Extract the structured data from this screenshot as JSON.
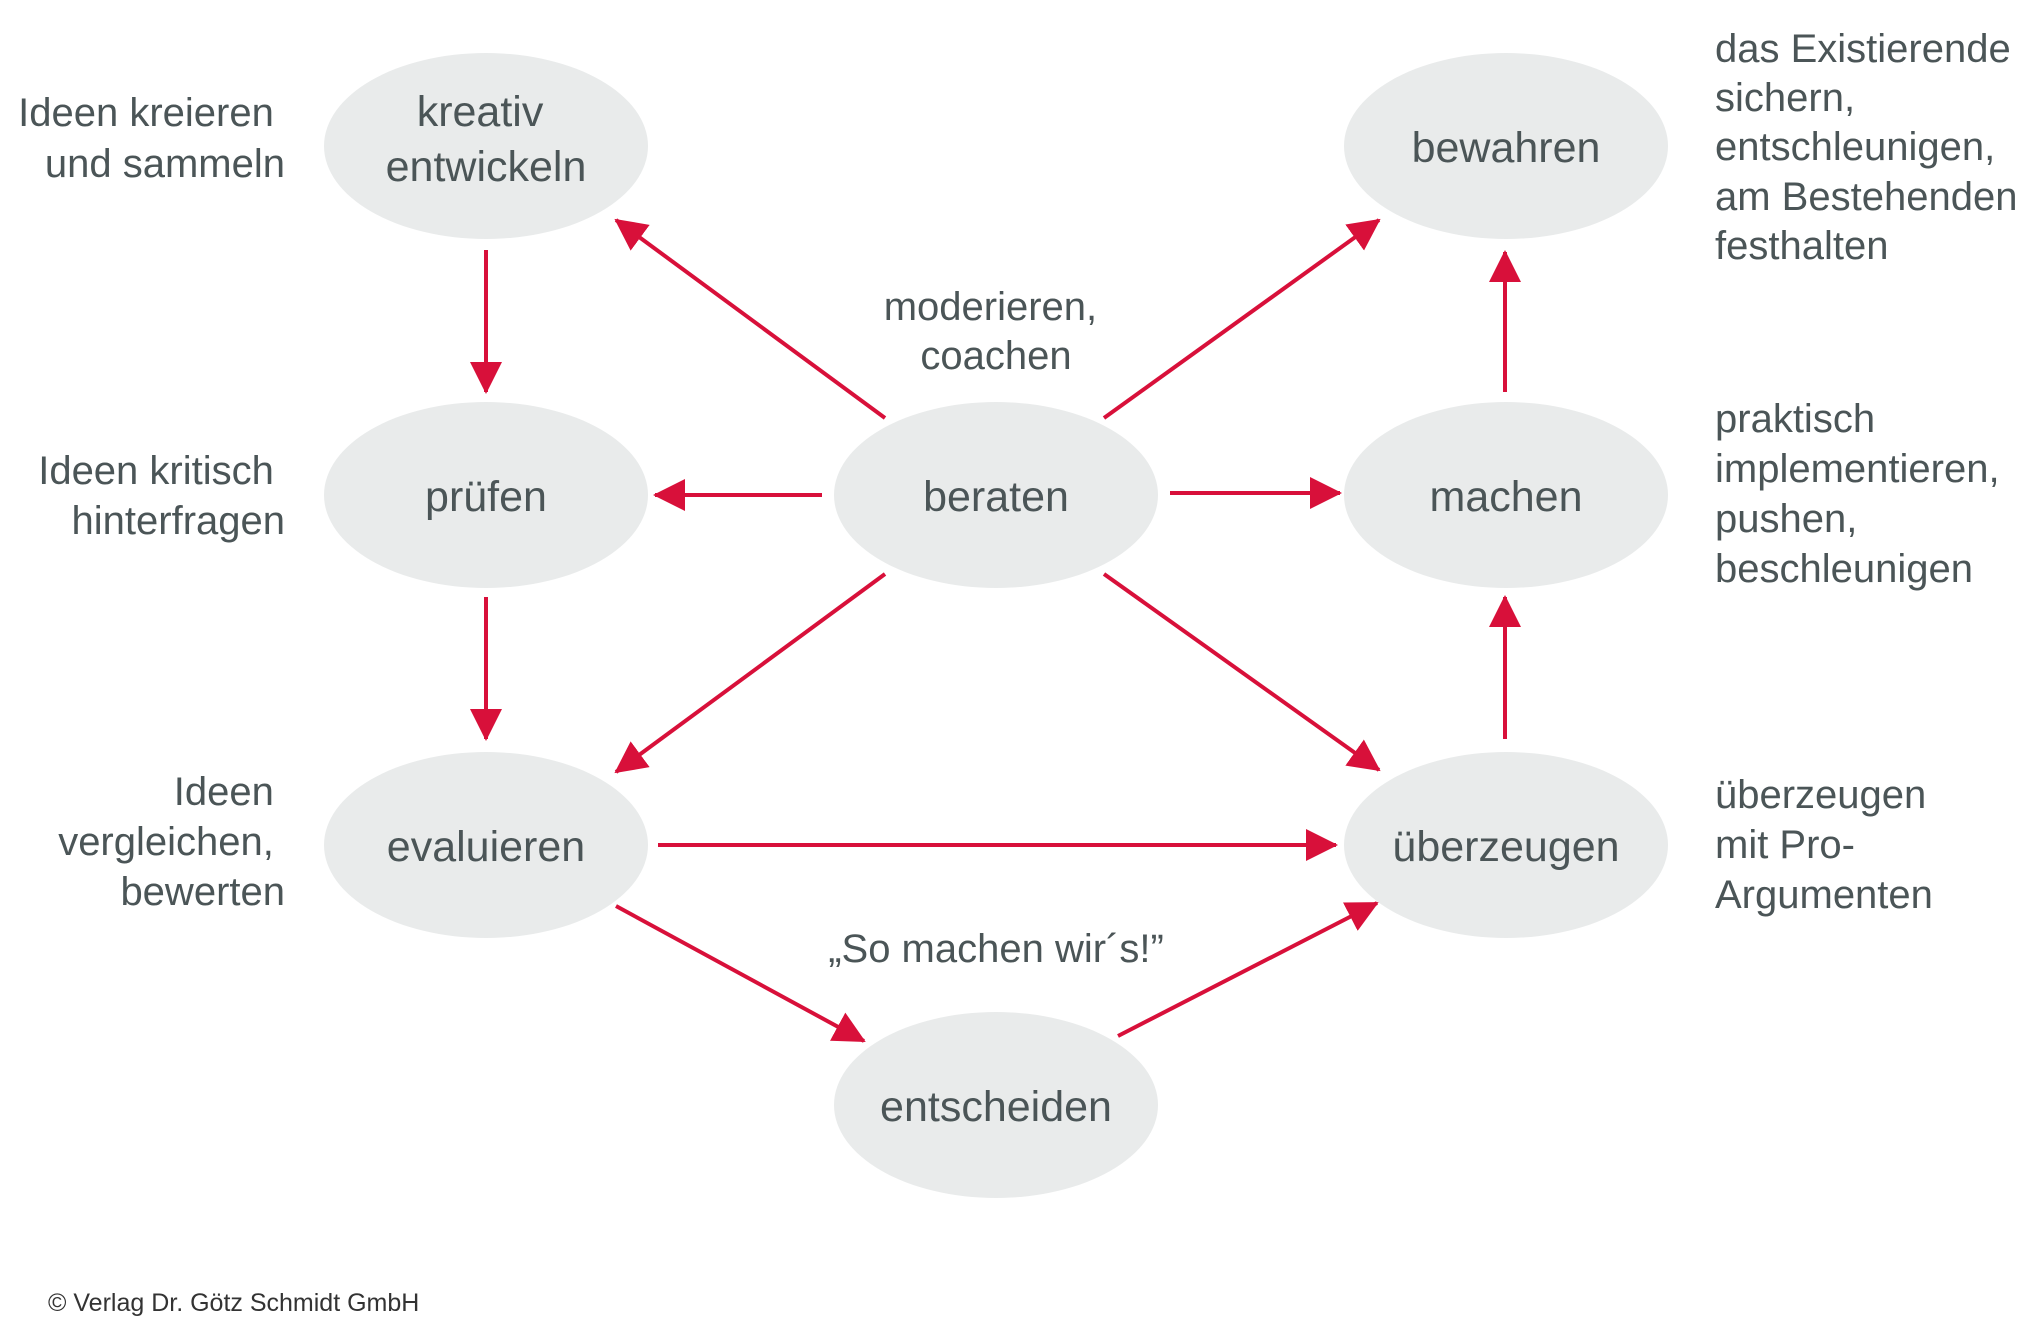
{
  "nodes": {
    "kreativ": [
      "kreativ",
      "entwickeln"
    ],
    "bewahren": [
      "bewahren"
    ],
    "pruefen": [
      "prüfen"
    ],
    "beraten": [
      "beraten"
    ],
    "machen": [
      "machen"
    ],
    "evaluieren": [
      "evaluieren"
    ],
    "ueberzeugen": [
      "überzeugen"
    ],
    "entscheiden": [
      "entscheiden"
    ]
  },
  "annotations": {
    "kreativ": [
      "Ideen kreieren",
      "und sammeln"
    ],
    "pruefen": [
      "Ideen kritisch",
      "hinterfragen"
    ],
    "evaluieren": [
      "Ideen",
      "vergleichen,",
      "bewerten"
    ],
    "bewahren": [
      "das Existierende",
      "sichern,",
      "entschleunigen,",
      "am Bestehenden",
      "festhalten"
    ],
    "machen": [
      "praktisch",
      "implementieren,",
      "pushen,",
      "beschleunigen"
    ],
    "ueberzeugen": [
      "überzeugen",
      "mit Pro-",
      "Argumenten"
    ],
    "beraten": [
      "moderieren,",
      "coachen"
    ],
    "decision": [
      "„So machen wir´s!”"
    ]
  },
  "copyright": "© Verlag Dr. Götz Schmidt GmbH",
  "colors": {
    "arrow": "#d8103a",
    "node_fill": "#e9ebeb",
    "text": "#4b5557"
  }
}
